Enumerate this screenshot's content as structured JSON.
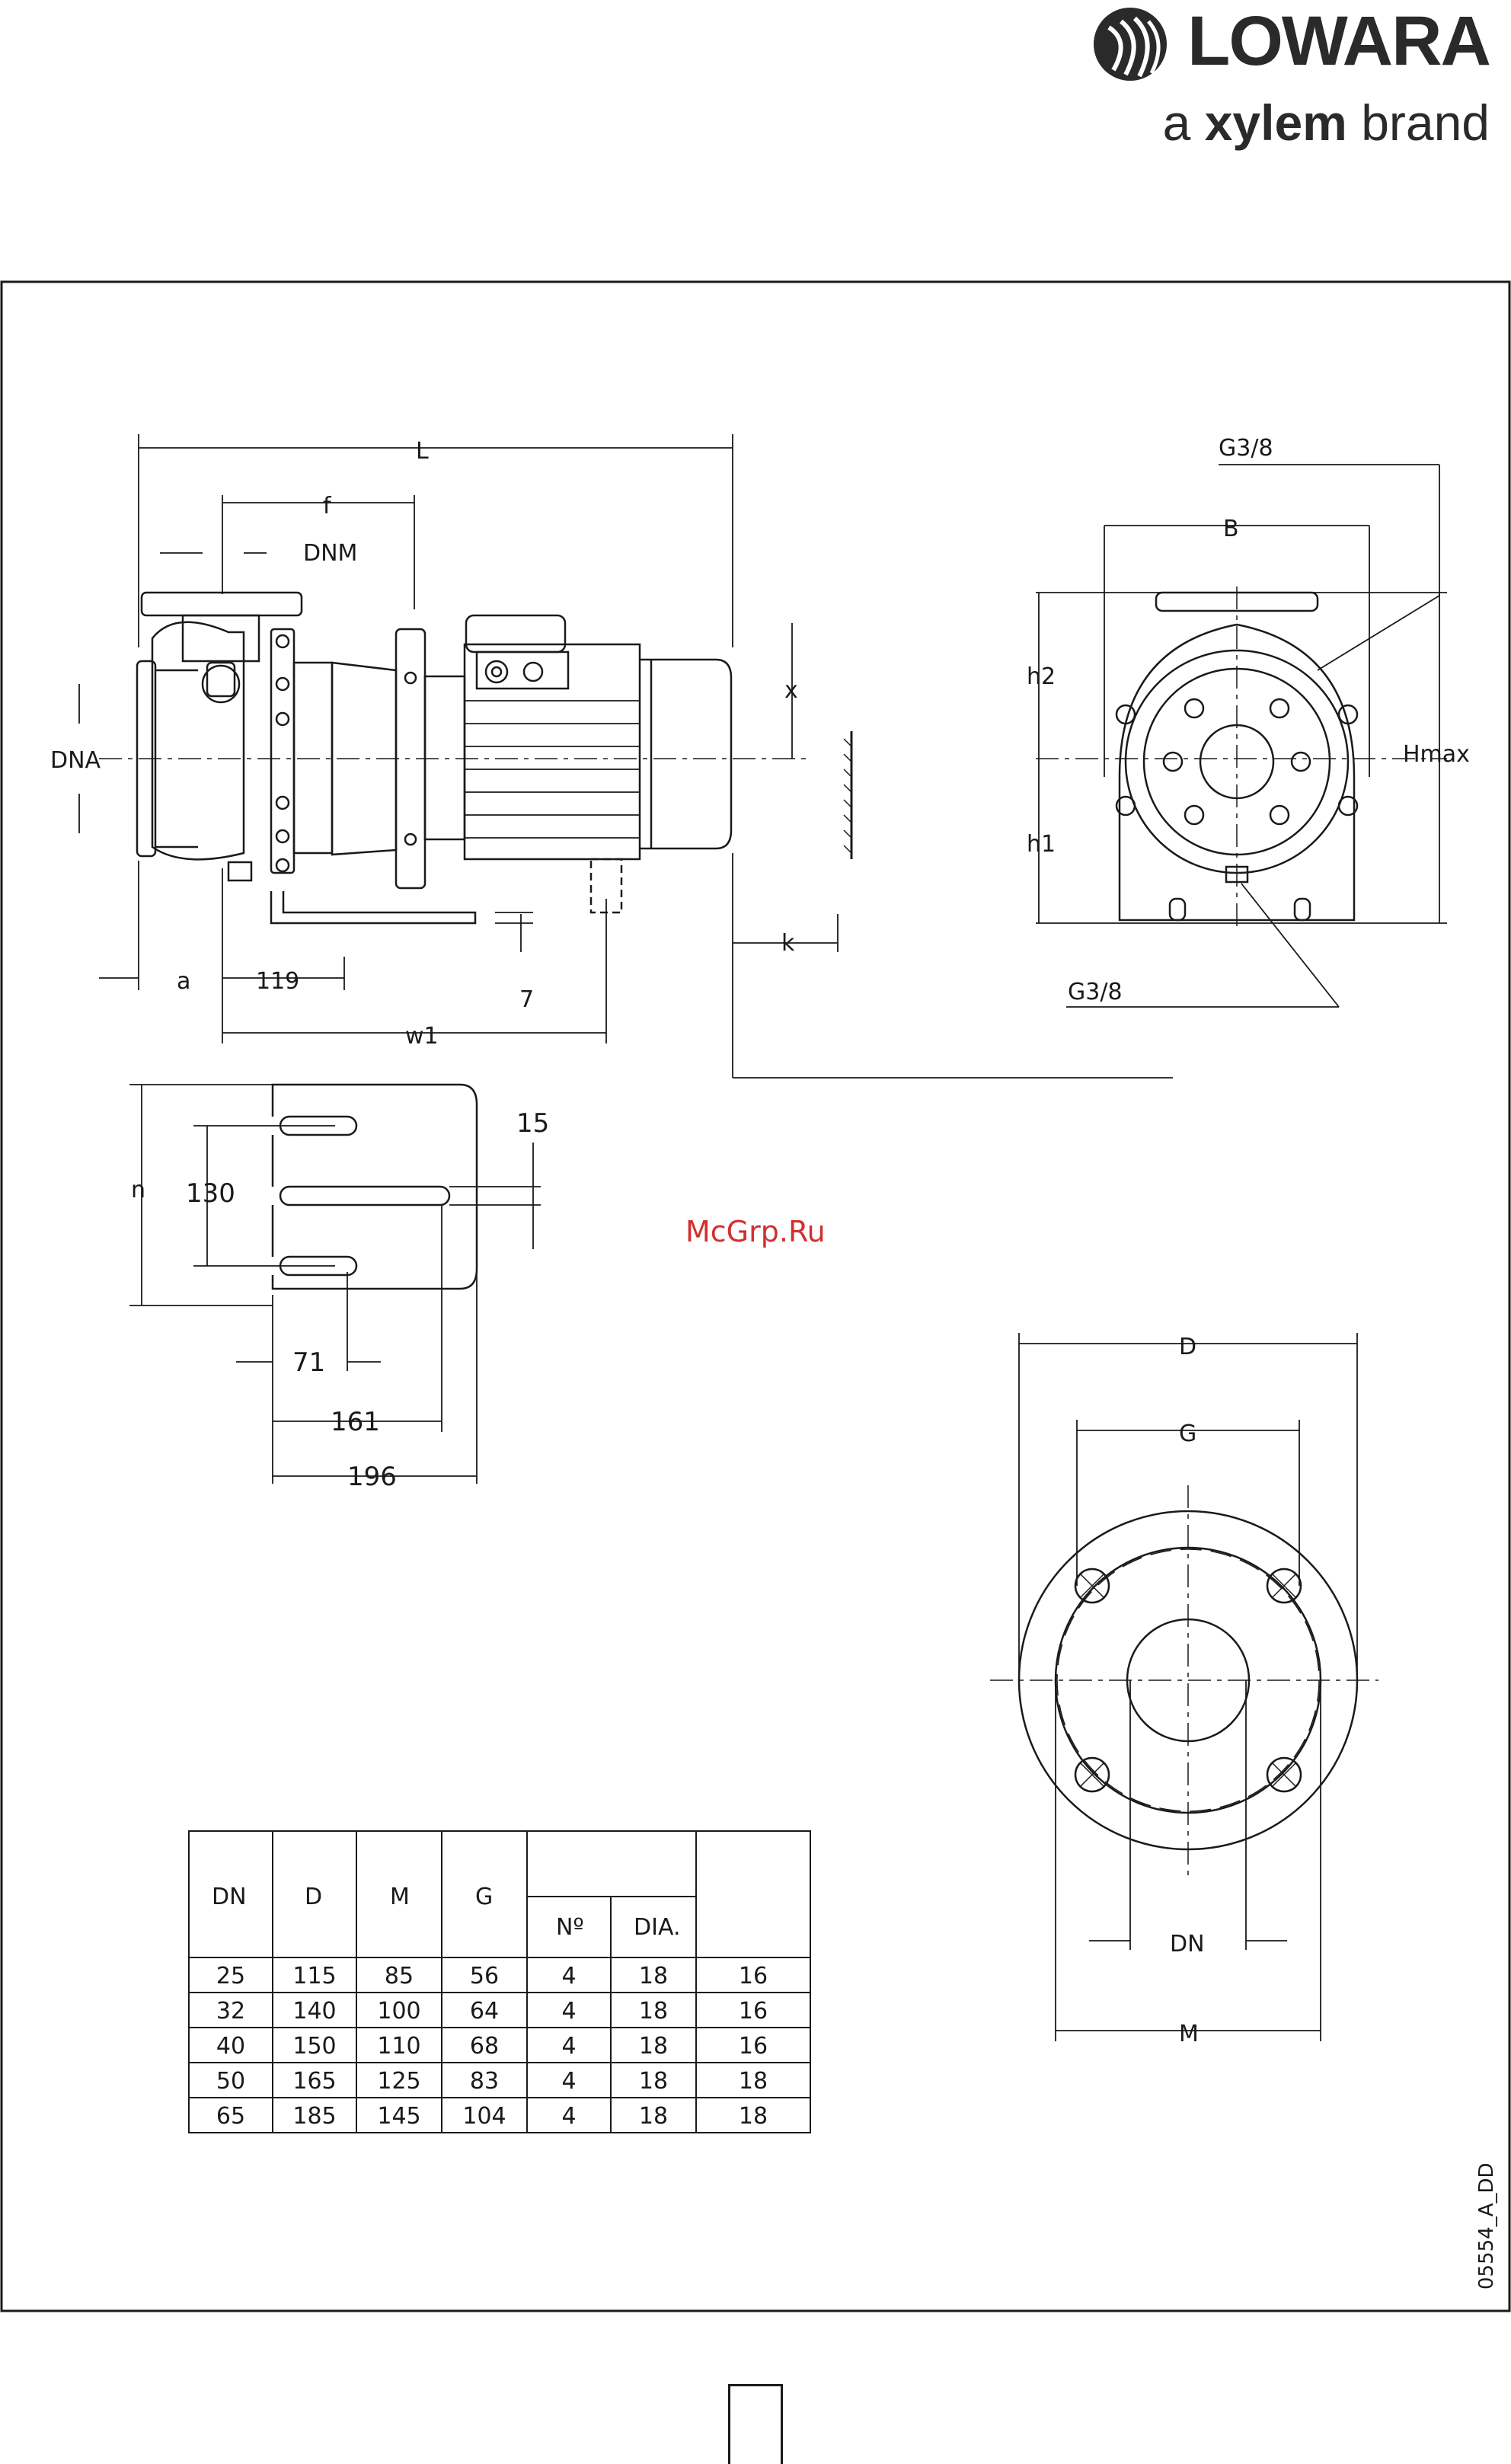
{
  "brand": {
    "name": "LOWARA",
    "tagline_prefix": "a ",
    "tagline_strong": "xylem",
    "tagline_suffix": " brand",
    "logo_icon": "lowara-wave-icon",
    "color": "#2a2a2a"
  },
  "watermark": "McGrp.Ru",
  "drawing_code": "05554_A_DD",
  "side_view": {
    "L": "L",
    "f": "f",
    "DNM": "DNM",
    "DNA": "DNA",
    "x": "x",
    "k": "k",
    "a": "a",
    "dim119": "119",
    "dim7": "7",
    "w1": "w1"
  },
  "front_view": {
    "G38_top": "G3/8",
    "B": "B",
    "h2": "h2",
    "h1": "h1",
    "Hmax": "Hmax",
    "G38_bottom": "G3/8"
  },
  "foot": {
    "n": "n",
    "dim130": "130",
    "dim15": "15",
    "dim71": "71",
    "dim161": "161",
    "dim196": "196"
  },
  "flange": {
    "D": "D",
    "G": "G",
    "DN": "DN",
    "M": "M"
  },
  "table": {
    "headers": [
      "DN",
      "D",
      "M",
      "G",
      "Nº",
      "DIA."
    ],
    "rows": [
      [
        "25",
        "115",
        "85",
        "56",
        "4",
        "18",
        "16"
      ],
      [
        "32",
        "140",
        "100",
        "64",
        "4",
        "18",
        "16"
      ],
      [
        "40",
        "150",
        "110",
        "68",
        "4",
        "18",
        "16"
      ],
      [
        "50",
        "165",
        "125",
        "83",
        "4",
        "18",
        "18"
      ],
      [
        "65",
        "185",
        "145",
        "104",
        "4",
        "18",
        "18"
      ]
    ]
  },
  "colors": {
    "ink": "#1a1a1a",
    "watermark": "#d23030"
  }
}
